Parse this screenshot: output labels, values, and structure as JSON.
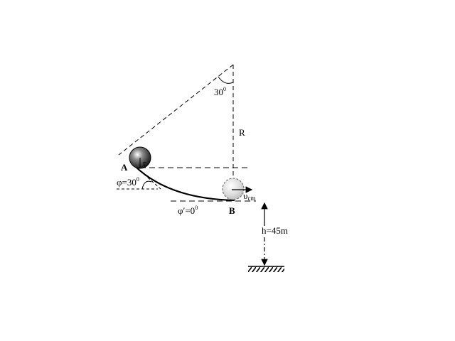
{
  "labels": {
    "angle_top": "30",
    "angle_top_unit": "0",
    "radius": "R",
    "point_a": "A",
    "small_r": "r",
    "phi_a": "φ=30",
    "phi_a_unit": "0",
    "phi_b": "φ′=0",
    "phi_b_unit": "0",
    "point_b": "B",
    "velocity": "υ",
    "velocity_sub": "cm",
    "height": "h=45m"
  },
  "colors": {
    "line": "#000000",
    "ball_a_dark": "#1a1a1a",
    "ball_b_light": "#cccccc"
  }
}
